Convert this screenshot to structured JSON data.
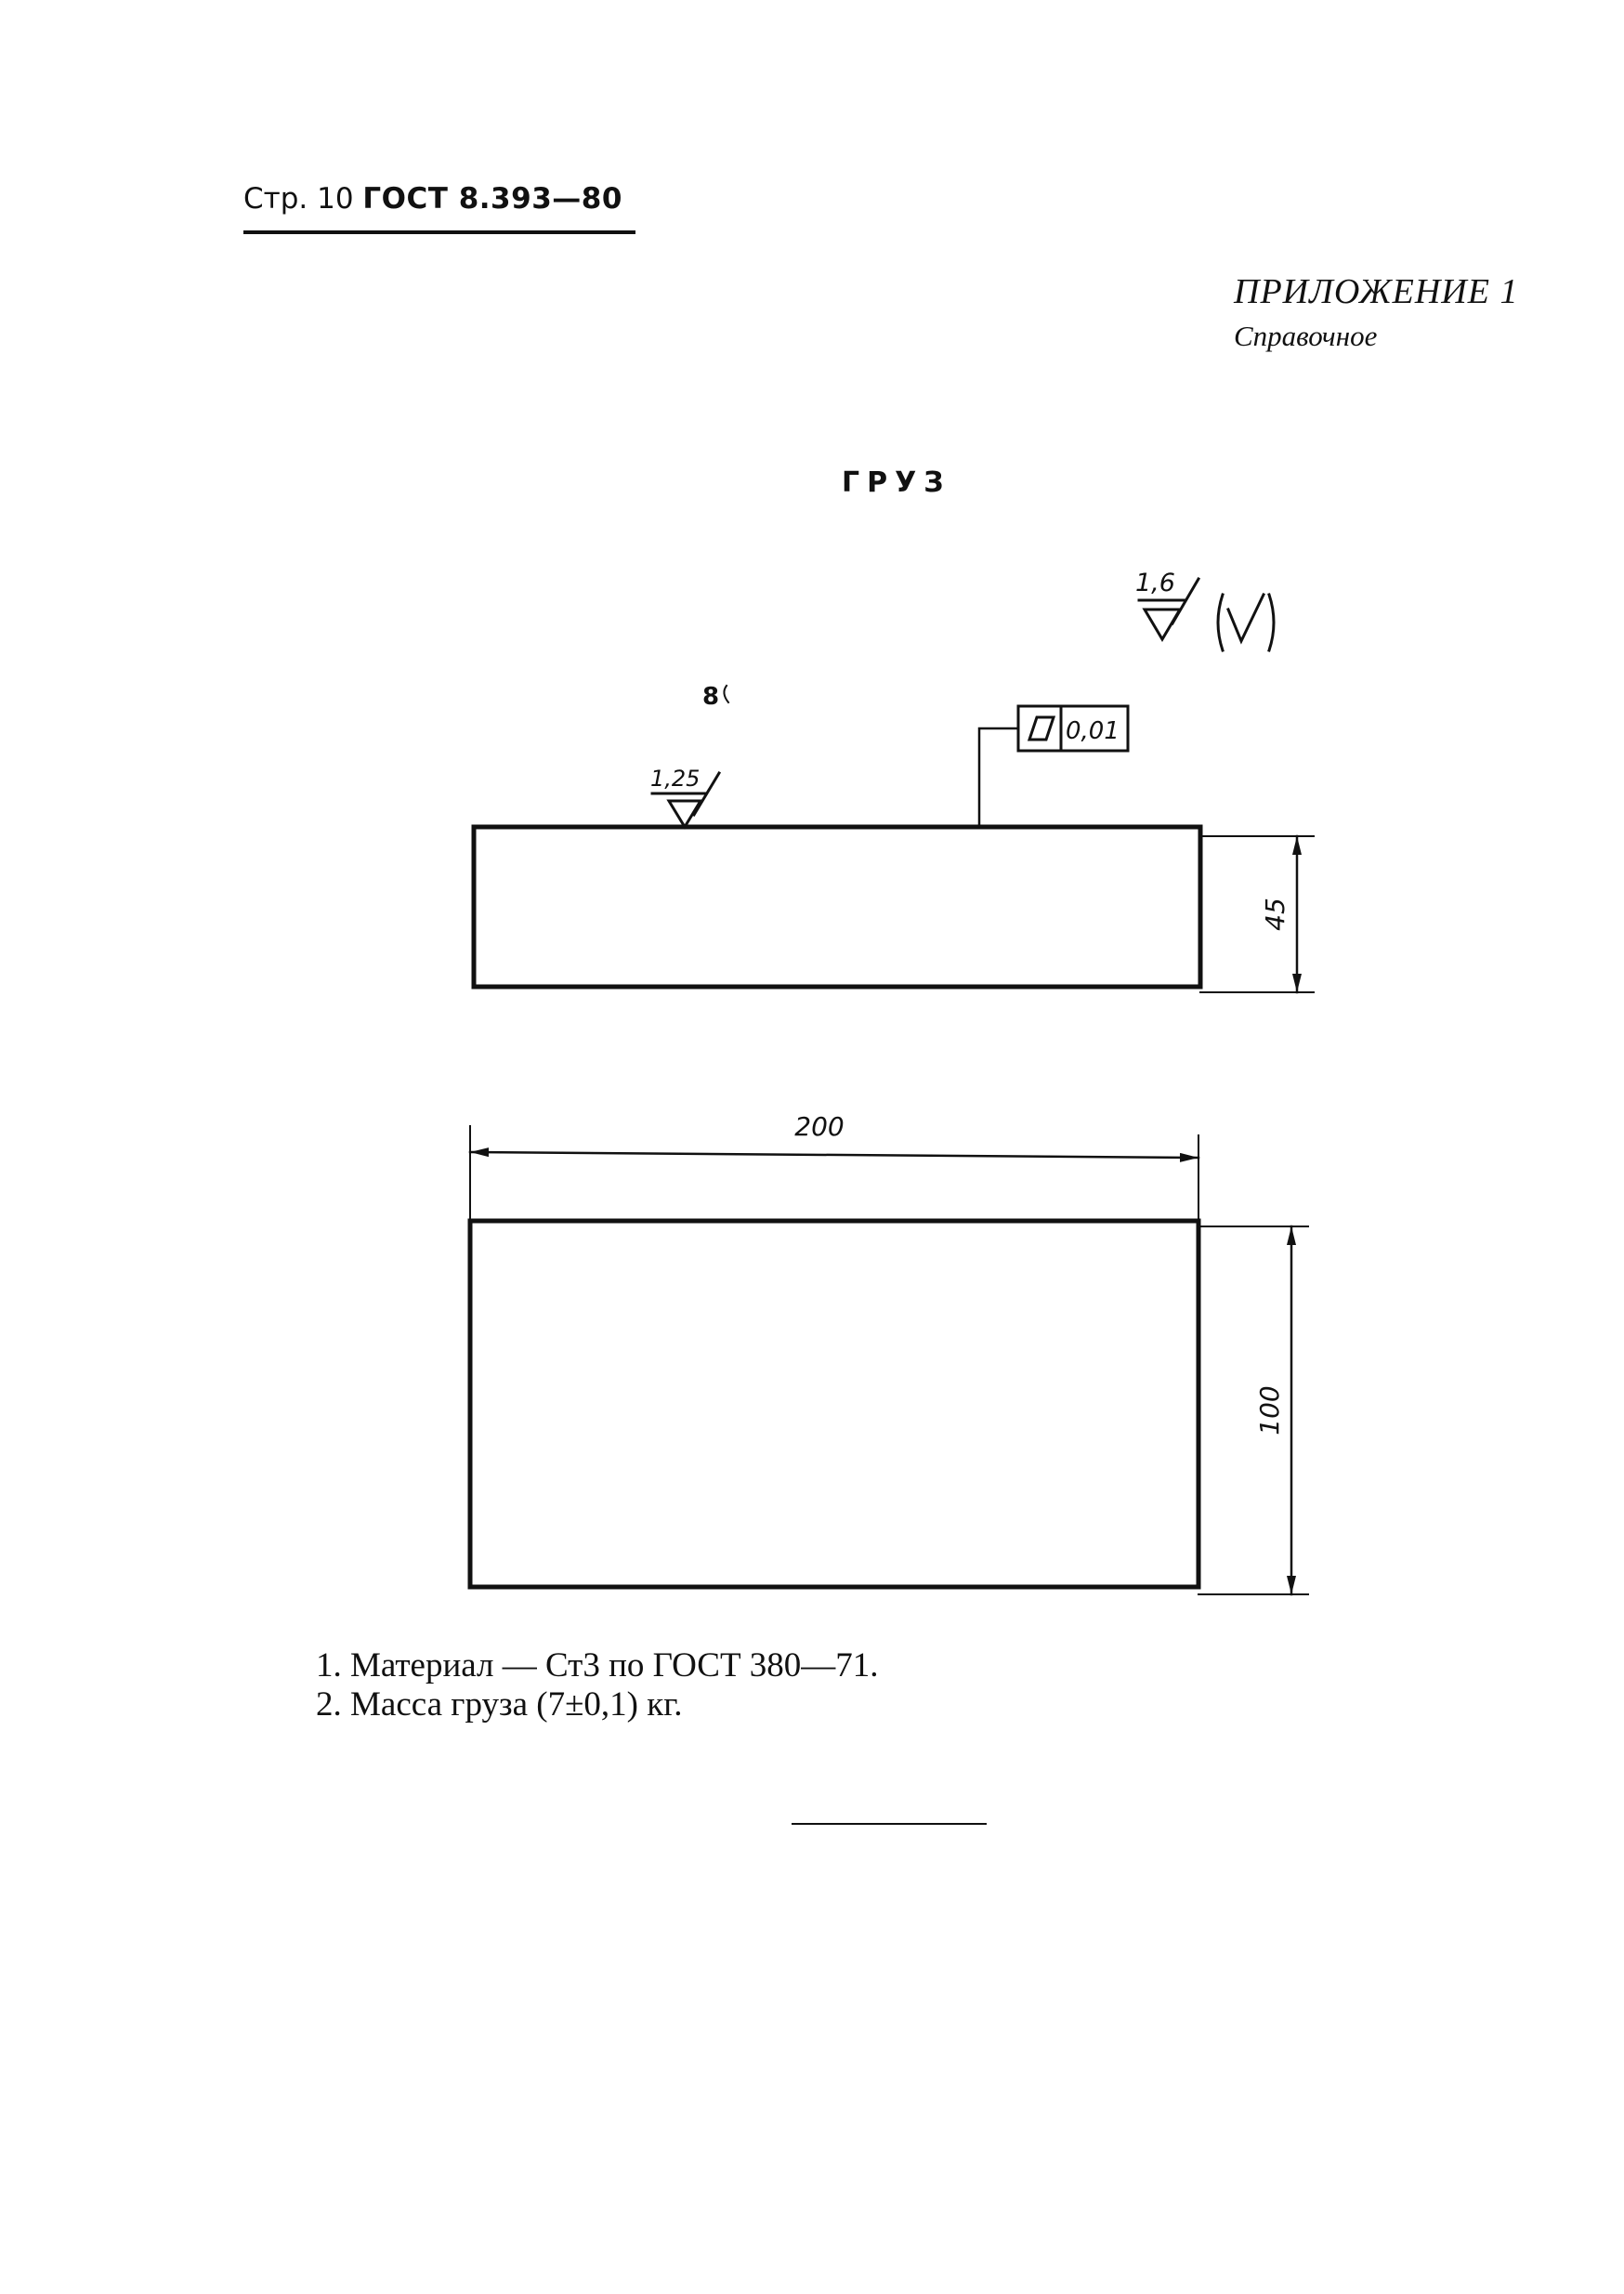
{
  "header": {
    "page": "Стр. 10",
    "standard": "ГОСТ 8.393—80"
  },
  "appendix": {
    "label": "ПРИЛОЖЕНИЕ 1",
    "type": "Справочное"
  },
  "title": "ГРУЗ",
  "drawing": {
    "overall_roughness": "1,6",
    "top_roughness": "1,25",
    "marker": "8",
    "flatness_tolerance": "0,01",
    "dim_height_front": "45",
    "dim_length": "200",
    "dim_width": "100"
  },
  "notes": [
    "1. Материал — Ст3 по ГОСТ 380—71.",
    "2. Масса груза (7±0,1) кг."
  ]
}
